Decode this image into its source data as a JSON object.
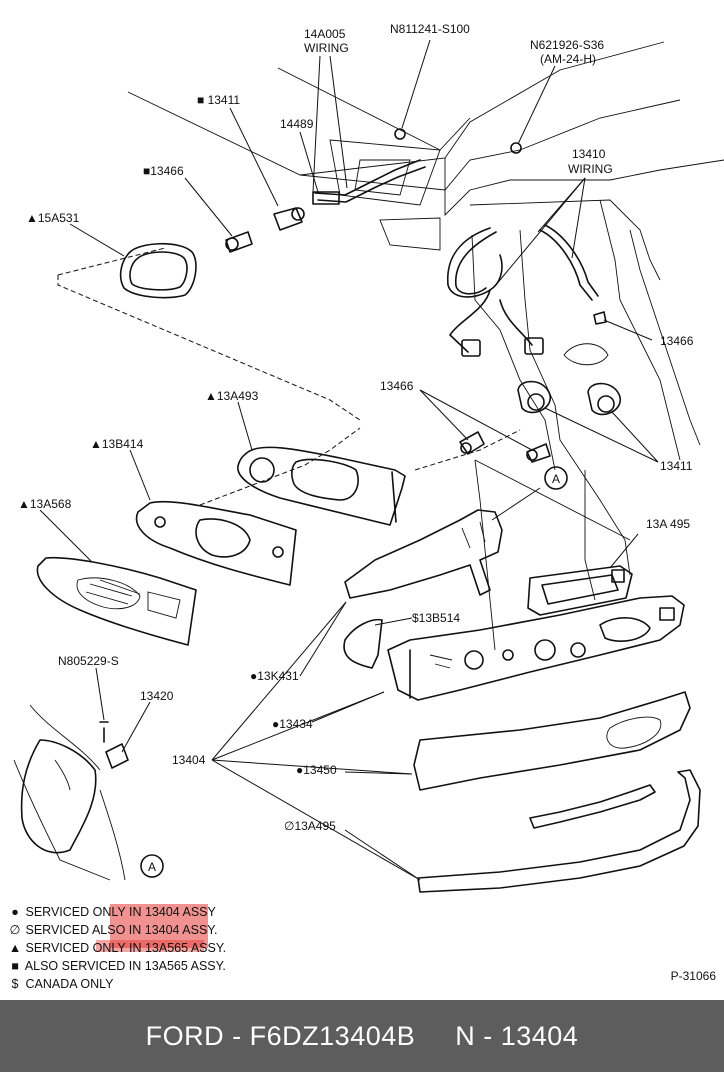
{
  "callouts": {
    "c_14a005": "14A005",
    "c_wiring_top": "WIRING",
    "c_n811241": "N811241-S100",
    "c_n621926": "N621926-S36",
    "c_am24h": "(AM-24-H)",
    "c_13411_top": "■ 13411",
    "c_14489": "14489",
    "c_13466_top": "■13466",
    "c_13410": "13410",
    "c_wiring_right": "WIRING",
    "c_15a531": "▲15A531",
    "c_13466_right": "13466",
    "c_13466_mid": "13466",
    "c_13a493": "▲13A493",
    "c_13411_right": "13411",
    "c_13b414": "▲13B414",
    "c_a_top": "A",
    "c_13a568": "▲13A568",
    "c_13a495": "13A 495",
    "c_13b514": "$13B514",
    "c_n805229": "N805229-S",
    "c_13420": "13420",
    "c_13k431": "●13K431",
    "c_13434": "●13434",
    "c_13404": "13404",
    "c_13450": "●13450",
    "c_13a495b": "∅13A495",
    "c_a_bottom": "A"
  },
  "legend": [
    {
      "symbol": "●",
      "text": "SERVICED ONLY IN 13404 ASSY"
    },
    {
      "symbol": "∅",
      "text": "SERVICED ALSO IN 13404 ASSY."
    },
    {
      "symbol": "▲",
      "text": "SERVICED ONLY IN 13A565 ASSY."
    },
    {
      "symbol": "■",
      "text": "ALSO SERVICED IN 13A565 ASSY."
    },
    {
      "symbol": "$",
      "text": "CANADA ONLY"
    }
  ],
  "highlight_color": "#e53935",
  "drawing_ref": "P-31066",
  "footer": {
    "text": "FORD - F6DZ13404B     N - 13404",
    "background": "#5d5d5d"
  }
}
